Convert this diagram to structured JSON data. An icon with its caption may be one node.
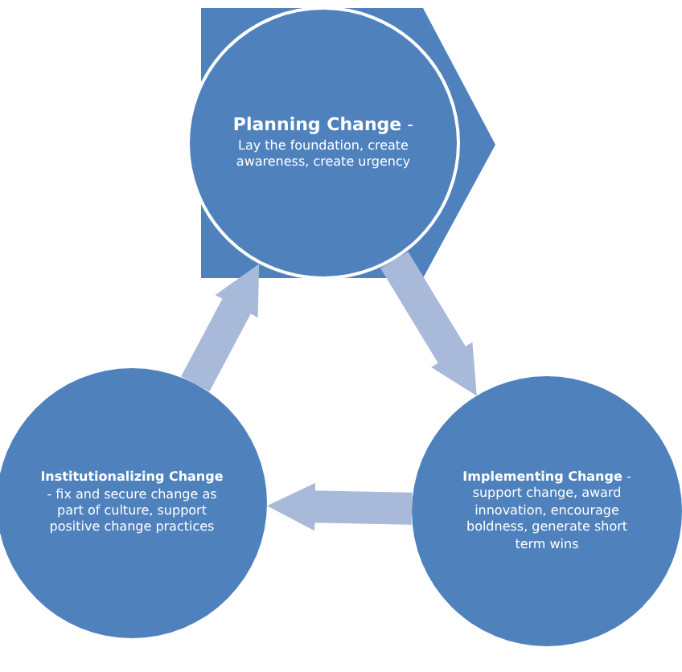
{
  "diagram": {
    "nodes": [
      {
        "text": [
          "**Planning Change** -",
          "Lay the foundation, create awareness, create urgency"
        ]
      },
      {
        "text": [
          "**Implementing Change** - support change, award innovation, encourage boldness, generate short term wins"
        ]
      },
      {
        "text": [
          "**Institutionalizing Change** - fix and secure change as part of culture, support positive change practices"
        ]
      }
    ],
    "edges": [
      {
        "from": 0,
        "to": 1,
        "arrow": "to"
      },
      {
        "from": 1,
        "to": 2,
        "arrow": "to"
      },
      {
        "from": 2,
        "to": 0,
        "arrow": "to"
      }
    ]
  }
}
